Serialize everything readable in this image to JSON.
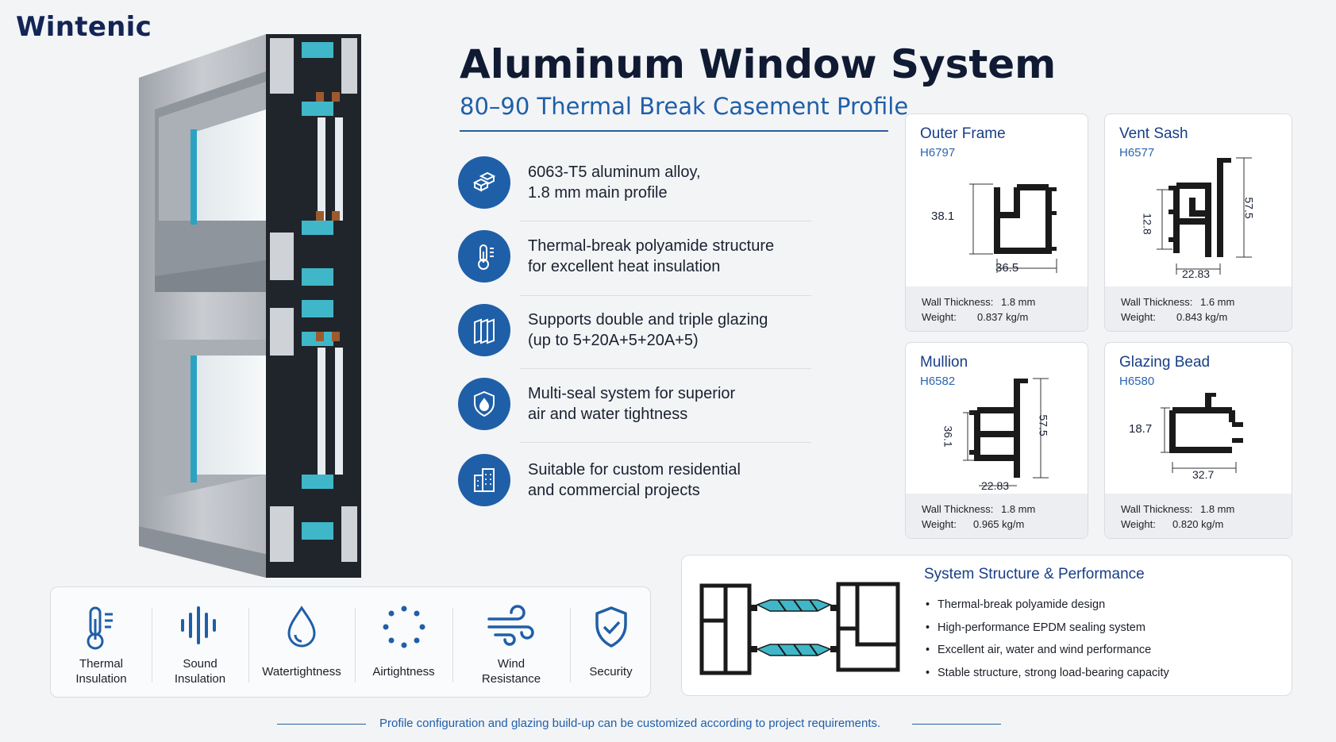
{
  "brand": {
    "logo": "Wintenic"
  },
  "header": {
    "title": "Aluminum Window System",
    "subtitle": "80–90 Thermal Break Casement Profile"
  },
  "colors": {
    "accent": "#1f5fa8",
    "navy": "#132555",
    "thermal_blue": "#3fb7c9"
  },
  "features": [
    {
      "icon": "alloy-blocks-icon",
      "text": "6063-T5 aluminum alloy,\n1.8 mm main profile"
    },
    {
      "icon": "thermometer-icon",
      "text": "Thermal-break polyamide structure\nfor excellent heat insulation"
    },
    {
      "icon": "glass-panes-icon",
      "text": "Supports double and triple glazing\n(up to 5+20A+5+20A+5)"
    },
    {
      "icon": "water-shield-icon",
      "text": "Multi-seal system for superior\nair and water tightness"
    },
    {
      "icon": "building-icon",
      "text": "Suitable for custom residential\nand commercial projects"
    }
  ],
  "profiles": [
    {
      "name": "Outer Frame",
      "code": "H6797",
      "dim_a": "38.1",
      "dim_b": "36.5",
      "wall_label": "Wall Thickness:",
      "wall": "1.8 mm",
      "weight_label": "Weight:",
      "weight": "0.837 kg/m"
    },
    {
      "name": "Vent Sash",
      "code": "H6577",
      "dim_a": "12.8",
      "dim_b": "22.83",
      "dim_c": "57.5",
      "wall_label": "Wall Thickness:",
      "wall": "1.6 mm",
      "weight_label": "Weight:",
      "weight": "0.843 kg/m"
    },
    {
      "name": "Mullion",
      "code": "H6582",
      "dim_a": "36.1",
      "dim_b": "22.83",
      "dim_c": "57.5",
      "wall_label": "Wall Thickness:",
      "wall": "1.8 mm",
      "weight_label": "Weight:",
      "weight": "0.965 kg/m"
    },
    {
      "name": "Glazing Bead",
      "code": "H6580",
      "dim_a": "18.7",
      "dim_b": "32.7",
      "wall_label": "Wall Thickness:",
      "wall": "1.8 mm",
      "weight_label": "Weight:",
      "weight": "0.820 kg/m"
    }
  ],
  "performance_icons": [
    {
      "icon": "thermometer-icon",
      "label": "Thermal\nInsulation"
    },
    {
      "icon": "sound-wave-icon",
      "label": "Sound\nInsulation"
    },
    {
      "icon": "water-drop-icon",
      "label": "Watertightness"
    },
    {
      "icon": "dotted-circle-icon",
      "label": "Airtightness"
    },
    {
      "icon": "wind-icon",
      "label": "Wind\nResistance"
    },
    {
      "icon": "shield-check-icon",
      "label": "Security"
    }
  ],
  "system": {
    "title": "System Structure & Performance",
    "items": [
      "Thermal-break polyamide design",
      "High-performance EPDM sealing system",
      "Excellent air, water and wind performance",
      "Stable structure, strong load-bearing capacity"
    ]
  },
  "footer": {
    "note": "Profile configuration and glazing build-up can be customized according to project requirements."
  }
}
